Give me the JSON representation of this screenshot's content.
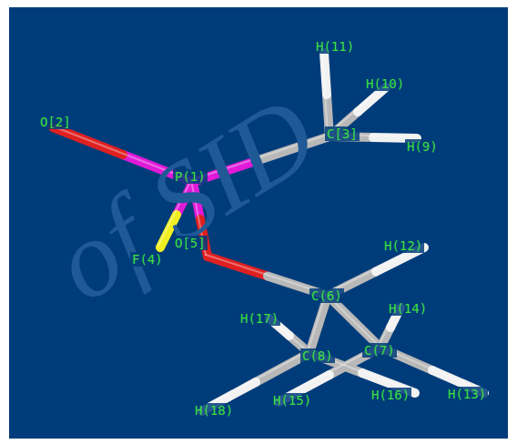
{
  "diagram": {
    "labels": [
      "of SID",
      "H(11)",
      "H(10)",
      "O[2]",
      "C[3]",
      "H(9)",
      "P(1)",
      "H(12)",
      "F(4)",
      "O[5]",
      "C(6)",
      "H(17)",
      "H(14)",
      "C(8)",
      "C(7)",
      "H(18)",
      "H(15)",
      "H(16)",
      "H(13)"
    ]
  }
}
